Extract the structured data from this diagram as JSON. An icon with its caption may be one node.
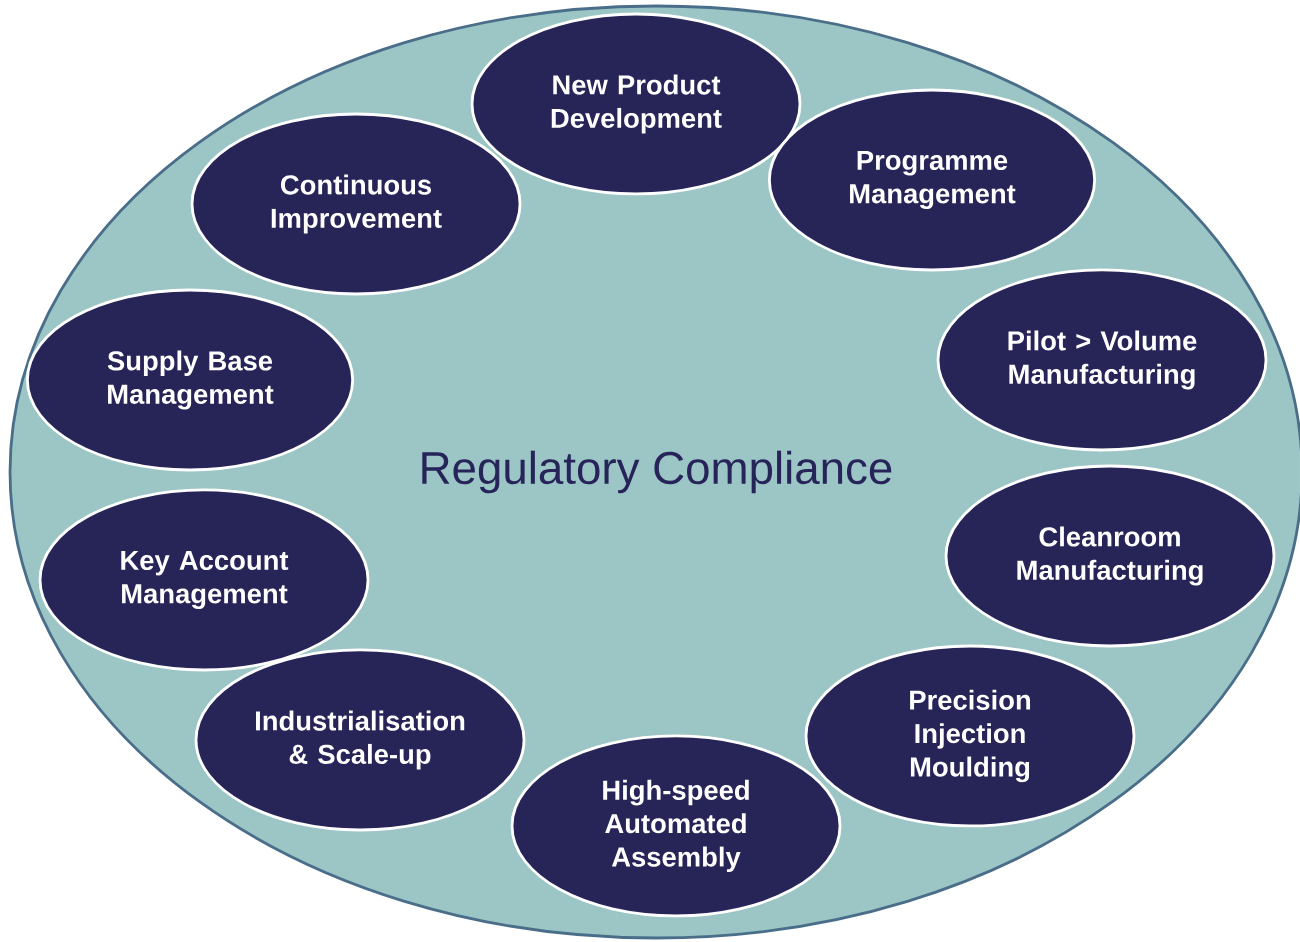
{
  "diagram": {
    "nodes": [
      {
        "text": [
          "Regulatory Compliance"
        ]
      },
      {
        "text": [
          "New Product Development"
        ],
        "in": 0
      },
      {
        "text": [
          "Programme Management"
        ],
        "in": 0
      },
      {
        "text": [
          "Pilot > Volume Manufacturing"
        ],
        "in": 0
      },
      {
        "text": [
          "Cleanroom Manufacturing"
        ],
        "in": 0
      },
      {
        "text": [
          "Precision Injection Moulding"
        ],
        "in": 0
      },
      {
        "text": [
          "High-speed Automated Assembly"
        ],
        "in": 0
      },
      {
        "text": [
          "Industrialisation & Scale-up"
        ],
        "in": 0
      },
      {
        "text": [
          "Key Account Management"
        ],
        "in": 0
      },
      {
        "text": [
          "Supply Base Management"
        ],
        "in": 0
      },
      {
        "text": [
          "Continuous Improvement"
        ],
        "in": 0
      }
    ]
  }
}
